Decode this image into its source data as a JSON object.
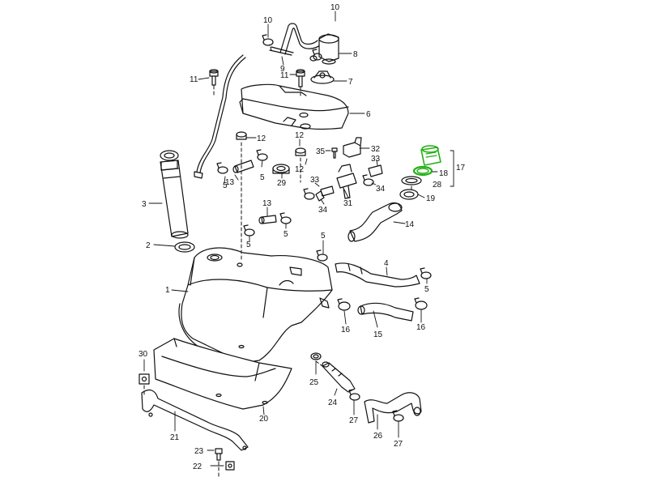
{
  "diagram": {
    "type": "exploded parts diagram",
    "highlight_color": "#22b014",
    "line_color": "#111111",
    "background": "#ffffff",
    "highlighted_parts": [
      "17",
      "18"
    ],
    "parts": [
      {
        "id": "p1",
        "label": "1"
      },
      {
        "id": "p2",
        "label": "2"
      },
      {
        "id": "p3",
        "label": "3"
      },
      {
        "id": "p4",
        "label": "4"
      },
      {
        "id": "p5a",
        "label": "5"
      },
      {
        "id": "p5b",
        "label": "5"
      },
      {
        "id": "p5c",
        "label": "5"
      },
      {
        "id": "p5d",
        "label": "5"
      },
      {
        "id": "p5e",
        "label": "5"
      },
      {
        "id": "p5f",
        "label": "5"
      },
      {
        "id": "p6",
        "label": "6"
      },
      {
        "id": "p7",
        "label": "7"
      },
      {
        "id": "p8",
        "label": "8"
      },
      {
        "id": "p9",
        "label": "9"
      },
      {
        "id": "p10a",
        "label": "10"
      },
      {
        "id": "p10b",
        "label": "10"
      },
      {
        "id": "p11a",
        "label": "11"
      },
      {
        "id": "p11b",
        "label": "11"
      },
      {
        "id": "p12a",
        "label": "12"
      },
      {
        "id": "p12b",
        "label": "12"
      },
      {
        "id": "p12c",
        "label": "12"
      },
      {
        "id": "p13a",
        "label": "13"
      },
      {
        "id": "p13b",
        "label": "13"
      },
      {
        "id": "p14",
        "label": "14"
      },
      {
        "id": "p15",
        "label": "15"
      },
      {
        "id": "p16a",
        "label": "16"
      },
      {
        "id": "p16b",
        "label": "16"
      },
      {
        "id": "p17",
        "label": "17"
      },
      {
        "id": "p18",
        "label": "18"
      },
      {
        "id": "p19",
        "label": "19"
      },
      {
        "id": "p20",
        "label": "20"
      },
      {
        "id": "p21",
        "label": "21"
      },
      {
        "id": "p22",
        "label": "22"
      },
      {
        "id": "p23",
        "label": "23"
      },
      {
        "id": "p24",
        "label": "24"
      },
      {
        "id": "p25",
        "label": "25"
      },
      {
        "id": "p26",
        "label": "26"
      },
      {
        "id": "p27a",
        "label": "27"
      },
      {
        "id": "p27b",
        "label": "27"
      },
      {
        "id": "p28",
        "label": "28"
      },
      {
        "id": "p29",
        "label": "29"
      },
      {
        "id": "p30",
        "label": "30"
      },
      {
        "id": "p31",
        "label": "31"
      },
      {
        "id": "p32",
        "label": "32"
      },
      {
        "id": "p33a",
        "label": "33"
      },
      {
        "id": "p33b",
        "label": "33"
      },
      {
        "id": "p34a",
        "label": "34"
      },
      {
        "id": "p34b",
        "label": "34"
      },
      {
        "id": "p35",
        "label": "35"
      }
    ]
  }
}
